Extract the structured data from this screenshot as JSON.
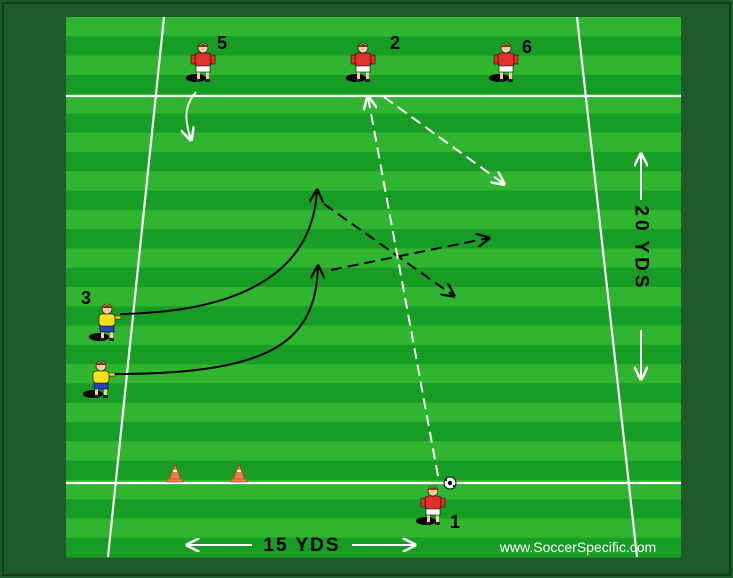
{
  "diagram": {
    "colors": {
      "border": "#1f5a2a",
      "grass_light": "#2fb52f",
      "grass_dark": "#179d24",
      "lines": "#ffffff",
      "home_kit": "#e0302a",
      "away_kit": "#f2e21c",
      "cone": "#f07c50"
    },
    "players": {
      "p5": "5",
      "p2": "2",
      "p6": "6",
      "p3": "3",
      "p1": "1"
    },
    "dimensions": {
      "length_label": "15 YDS",
      "width_label_line1": "20",
      "width_label_line2": "YDS"
    },
    "watermark": "www.SoccerSpecific.com",
    "icons": [
      "soccer-ball-icon",
      "cone-icon",
      "player-figure-icon"
    ]
  }
}
